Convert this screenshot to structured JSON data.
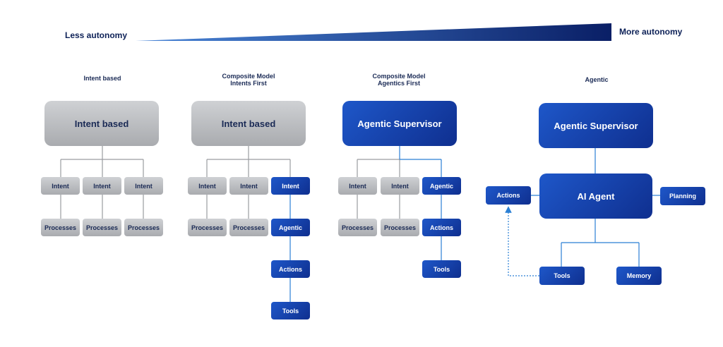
{
  "autonomy_scale": {
    "less": "Less autonomy",
    "more": "More autonomy"
  },
  "columns": [
    {
      "title": "Intent based",
      "top": "Intent based",
      "intents": [
        "Intent",
        "Intent",
        "Intent"
      ],
      "processes": [
        "Processes",
        "Processes",
        "Processes"
      ]
    },
    {
      "title": "Composite Model\nIntents First",
      "top": "Intent based",
      "intents": [
        "Intent",
        "Intent",
        "Intent"
      ],
      "processes": [
        "Processes",
        "Processes"
      ],
      "chain": [
        "Agentic",
        "Actions",
        "Tools"
      ]
    },
    {
      "title": "Composite Model\nAgentics First",
      "top": "Agentic Supervisor",
      "intents": [
        "Intent",
        "Intent",
        "Agentic"
      ],
      "processes": [
        "Processes",
        "Processes"
      ],
      "chain": [
        "Actions",
        "Tools"
      ]
    },
    {
      "title": "Agentic",
      "top": "Agentic Supervisor",
      "agent": "AI Agent",
      "actions": "Actions",
      "planning": "Planning",
      "tools": "Tools",
      "memory": "Memory"
    }
  ],
  "colors": {
    "navy": "#0d2157",
    "blue": "#1e57c9",
    "gray": "#b8babd",
    "line_gray": "#9a9ca0",
    "line_blue": "#2a7fd4"
  }
}
